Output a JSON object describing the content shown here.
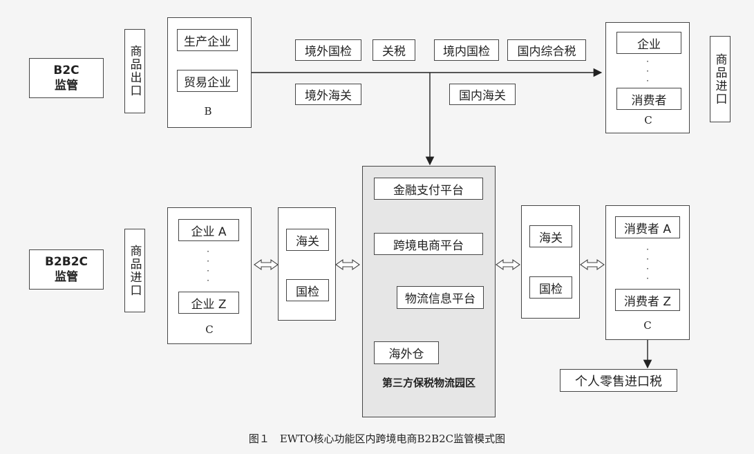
{
  "b2c": {
    "label_line1": "B2C",
    "label_line2": "监管",
    "export_label": "商品出口",
    "import_label": "商品进口",
    "seller_items": [
      "生产企业",
      "贸易企业"
    ],
    "seller_caption": "B",
    "buyer_items": [
      "企业",
      "消费者"
    ],
    "buyer_caption": "C",
    "tags": [
      "境外国检",
      "关税",
      "境内国检",
      "国内综合税",
      "境外海关",
      "国内海关"
    ]
  },
  "b2b2c": {
    "label_line1": "B2B2C",
    "label_line2": "监管",
    "import_label": "商品进口",
    "enterprise_items": [
      "企业 A",
      "企业 Z"
    ],
    "enterprise_caption": "C",
    "left_check": [
      "海关",
      "国检"
    ],
    "right_check": [
      "海关",
      "国检"
    ],
    "consumer_items": [
      "消费者 A",
      "消费者 Z"
    ],
    "consumer_caption": "C",
    "tax_label": "个人零售进口税"
  },
  "zone": {
    "platforms": [
      "金融支付平台",
      "跨境电商平台",
      "物流信息平台",
      "海外仓"
    ],
    "title": "第三方保税物流园区"
  },
  "figure_caption": "图１　EWTO核心功能区内跨境电商B2B2C监管模式图",
  "colors": {
    "zone_fill": "#e6e6e6",
    "border": "#444444"
  }
}
